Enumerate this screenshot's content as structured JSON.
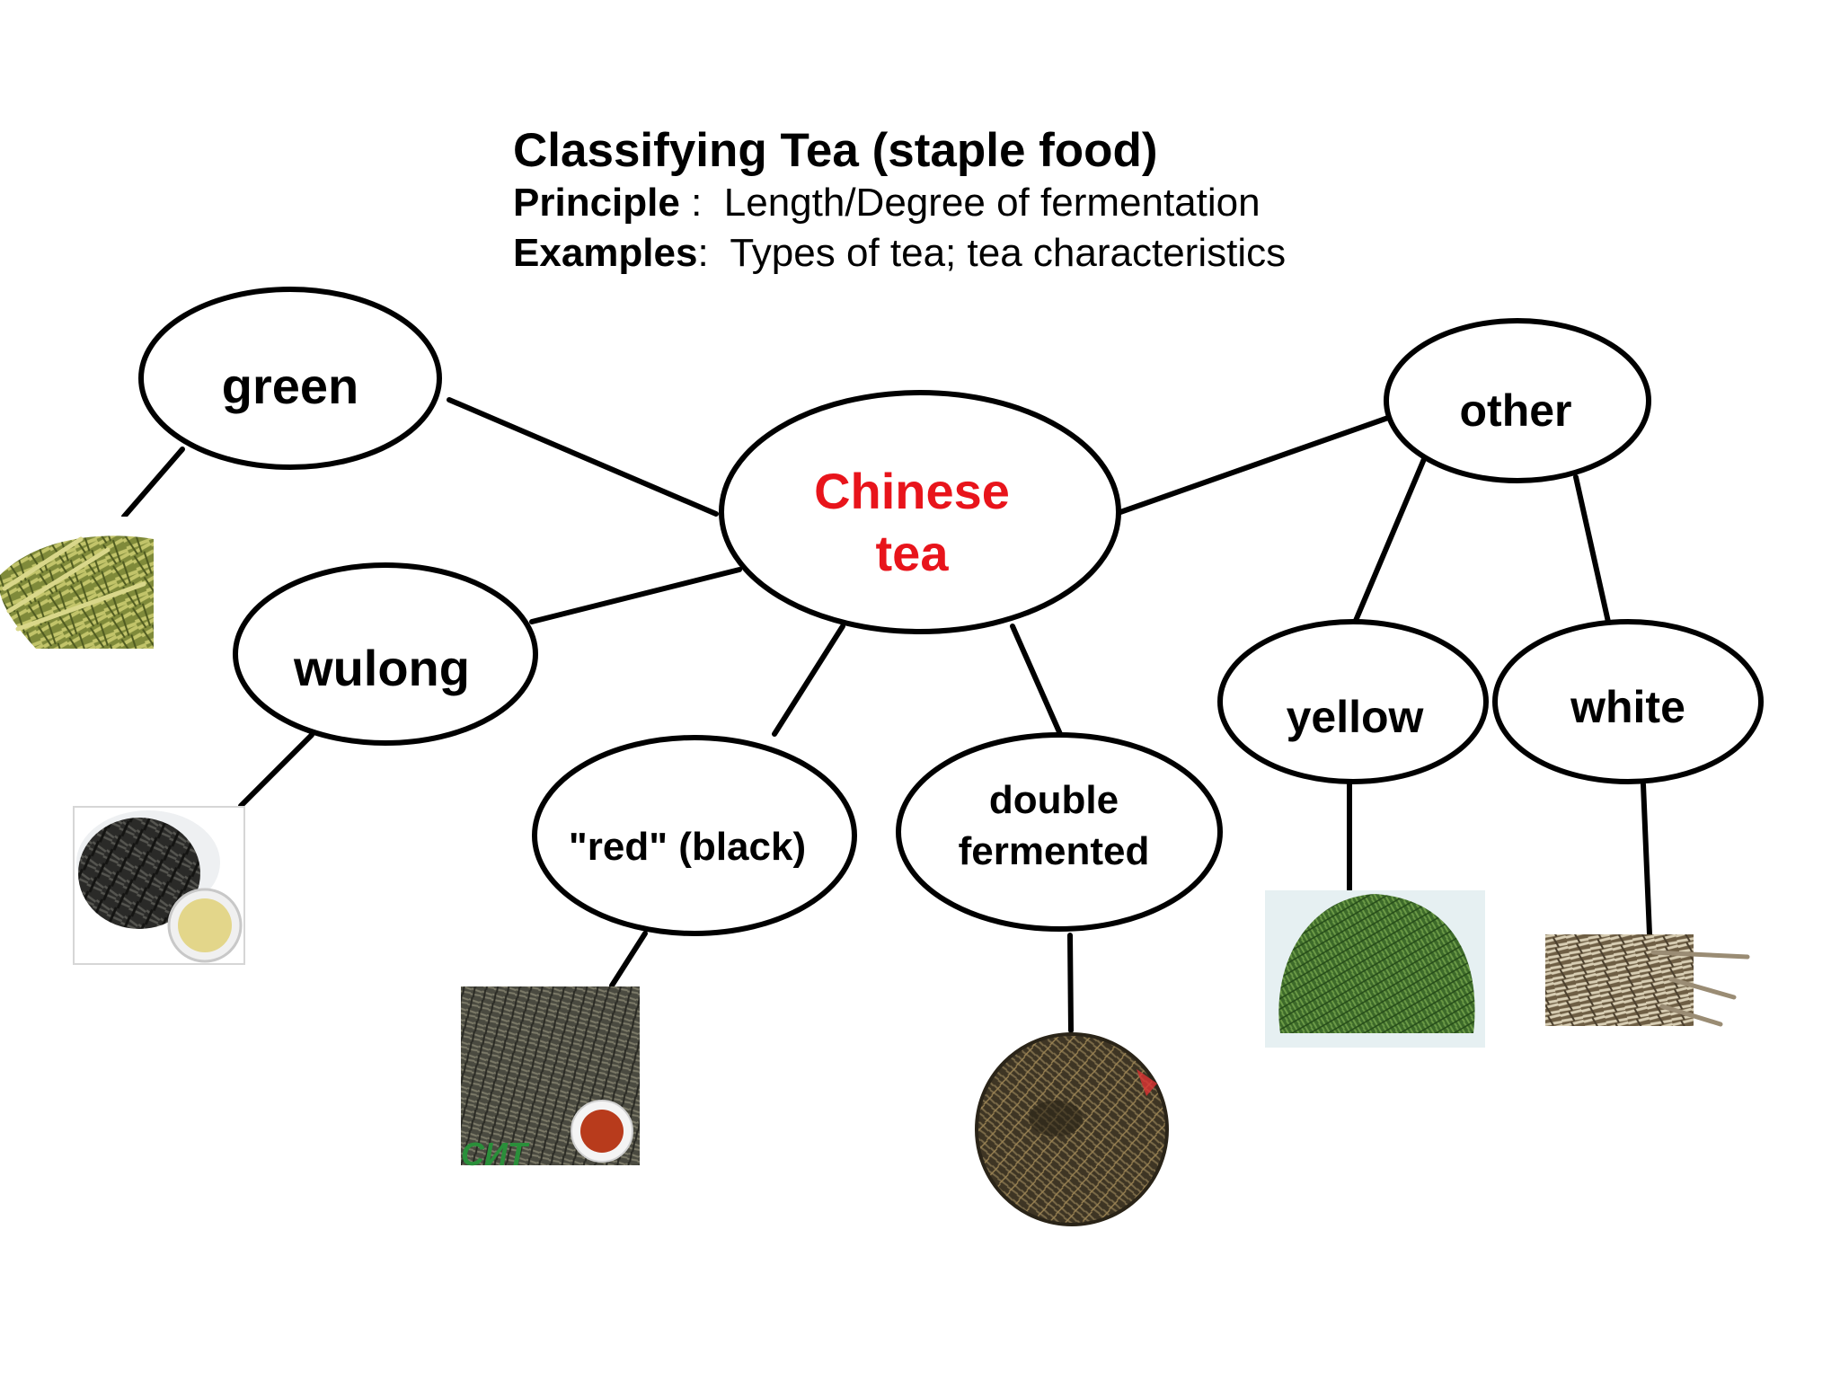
{
  "header": {
    "title": "Classifying Tea (staple food)",
    "principle_label": "Principle",
    "principle_sep": " :  ",
    "principle_value": "Length/Degree of fermentation",
    "examples_label": "Examples",
    "examples_sep": ":  ",
    "examples_value": "Types of tea; tea characteristics"
  },
  "nodes": {
    "center": {
      "line1": "Chinese",
      "line2": "tea"
    },
    "green": {
      "label": "green"
    },
    "wulong": {
      "label": "wulong"
    },
    "red": {
      "label": "\"red\" (black)"
    },
    "double": {
      "line1": "double",
      "line2": "fermented"
    },
    "other": {
      "label": "other"
    },
    "yellow": {
      "label": "yellow"
    },
    "white": {
      "label": "white"
    }
  },
  "photos": {
    "red_logo": "СИТ"
  },
  "colors": {
    "center_text": "#e8141b",
    "outline": "#000000",
    "text": "#000000"
  }
}
